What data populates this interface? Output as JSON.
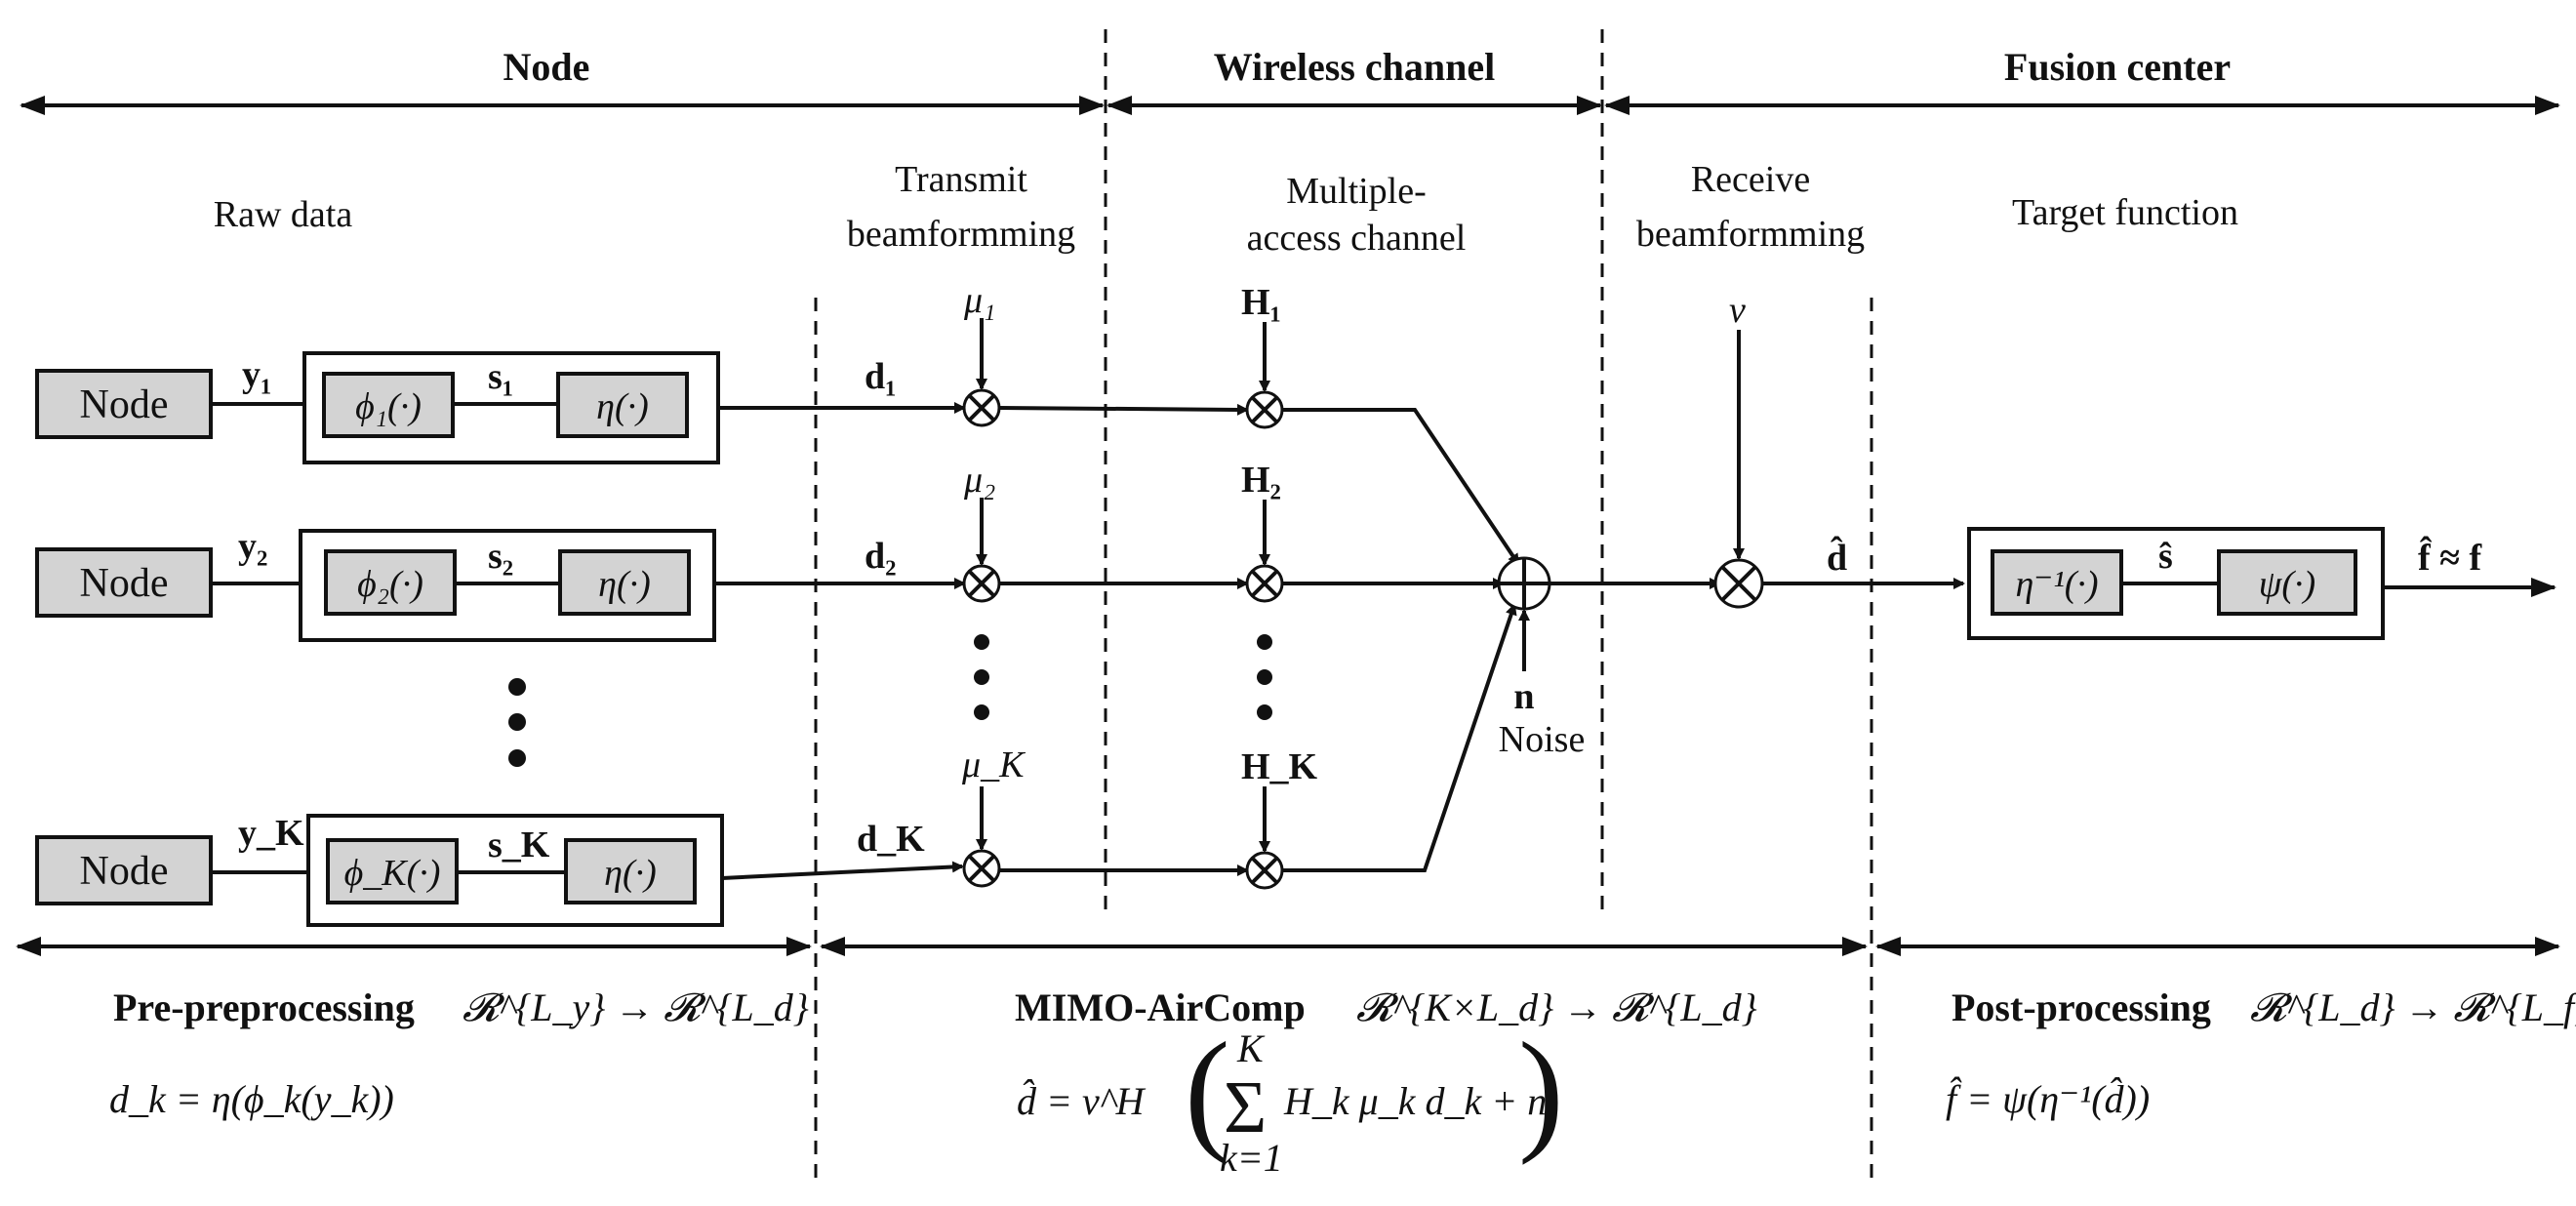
{
  "headers": {
    "node": "Node",
    "wireless": "Wireless channel",
    "fusion": "Fusion center"
  },
  "stage_labels": {
    "raw_data": "Raw data",
    "transmit_1": "Transmit",
    "transmit_2": "beamformming",
    "mac_1": "Multiple-",
    "mac_2": "access channel",
    "receive_1": "Receive",
    "receive_2": "beamformming",
    "target": "Target function"
  },
  "nodes": [
    {
      "label": "Node",
      "y": "y₁",
      "phi": "ϕ₁(·)",
      "s": "s₁",
      "eta": "η(·)",
      "d": "d₁",
      "mu": "μ₁",
      "h": "H₁"
    },
    {
      "label": "Node",
      "y": "y₂",
      "phi": "ϕ₂(·)",
      "s": "s₂",
      "eta": "η(·)",
      "d": "d₂",
      "mu": "μ₂",
      "h": "H₂"
    },
    {
      "label": "Node",
      "y": "y_K",
      "phi": "ϕ_K(·)",
      "s": "s_K",
      "eta": "η(·)",
      "d": "d_K",
      "mu": "μ_K",
      "h": "H_K"
    }
  ],
  "fusion": {
    "nu": "ν",
    "noise_symbol": "n",
    "noise_label": "Noise",
    "dhat": "d̂",
    "eta_inv": "η⁻¹(·)",
    "shat": "ŝ",
    "psi": "ψ(·)",
    "output": "f̂ ≈ f"
  },
  "bottom": {
    "pre_title": "Pre-preprocessing",
    "pre_map": "𝓡^{L_y} → 𝓡^{L_d}",
    "pre_eq": "d_k = η(ϕ_k(y_k))",
    "mimo_title": "MIMO-AirComp",
    "mimo_map": "𝓡^{K×L_d} → 𝓡^{L_d}",
    "mimo_eq_lhs": "d̂ = ν^H",
    "mimo_eq_sum": "Σ",
    "mimo_eq_upper": "K",
    "mimo_eq_lower": "k=1",
    "mimo_eq_body": "H_k μ_k d_k + n",
    "post_title": "Post-processing",
    "post_map": "𝓡^{L_d} → 𝓡^{L_f}",
    "post_eq": "f̂ = ψ(η⁻¹(d̂))"
  }
}
